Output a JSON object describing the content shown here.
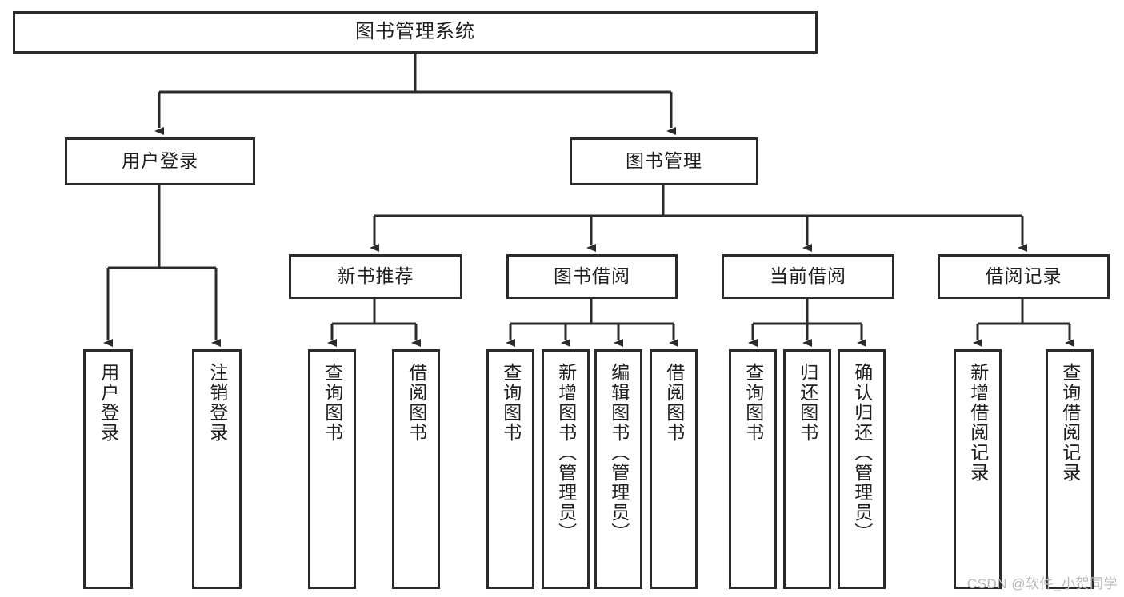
{
  "diagram": {
    "title": "图书管理系统",
    "type": "tree",
    "watermark": "CSDN @软件_小贺同学",
    "colors": {
      "box_border": "#2b2b2b",
      "box_fill": "#ffffff",
      "text": "#1f1f1f",
      "edge": "#2b2b2b",
      "watermark": "#b9b9b9",
      "background": "#ffffff"
    },
    "nodes": {
      "root": {
        "label": "图书管理系统",
        "orientation": "horizontal"
      },
      "level1": [
        {
          "id": "user-login",
          "label": "用户登录",
          "orientation": "horizontal"
        },
        {
          "id": "book-manage",
          "label": "图书管理",
          "orientation": "horizontal"
        }
      ],
      "level2": [
        {
          "id": "new-book-recommend",
          "label": "新书推荐",
          "orientation": "horizontal"
        },
        {
          "id": "book-borrow",
          "label": "图书借阅",
          "orientation": "horizontal"
        },
        {
          "id": "current-borrow",
          "label": "当前借阅",
          "orientation": "horizontal"
        },
        {
          "id": "borrow-record",
          "label": "借阅记录",
          "orientation": "horizontal"
        }
      ],
      "leaves": {
        "user-login": [
          {
            "id": "leaf-user-login",
            "label": "用户登录",
            "orientation": "vertical"
          },
          {
            "id": "leaf-logout-login",
            "label": "注销登录",
            "orientation": "vertical"
          }
        ],
        "new-book-recommend": [
          {
            "id": "leaf-query-book-1",
            "label": "查询图书",
            "orientation": "vertical"
          },
          {
            "id": "leaf-borrow-book-1",
            "label": "借阅图书",
            "orientation": "vertical"
          }
        ],
        "book-borrow": [
          {
            "id": "leaf-query-book-2",
            "label": "查询图书",
            "orientation": "vertical"
          },
          {
            "id": "leaf-add-book",
            "label": "新增图书（管理员）",
            "orientation": "vertical"
          },
          {
            "id": "leaf-edit-book",
            "label": "编辑图书（管理员）",
            "orientation": "vertical"
          },
          {
            "id": "leaf-borrow-book-2",
            "label": "借阅图书",
            "orientation": "vertical"
          }
        ],
        "current-borrow": [
          {
            "id": "leaf-query-book-3",
            "label": "查询图书",
            "orientation": "vertical"
          },
          {
            "id": "leaf-return-book",
            "label": "归还图书",
            "orientation": "vertical"
          },
          {
            "id": "leaf-confirm-return",
            "label": "确认归还（管理员）",
            "orientation": "vertical"
          }
        ],
        "borrow-record": [
          {
            "id": "leaf-add-record",
            "label": "新增借阅记录",
            "orientation": "vertical"
          },
          {
            "id": "leaf-query-record",
            "label": "查询借阅记录",
            "orientation": "vertical"
          }
        ]
      }
    }
  }
}
